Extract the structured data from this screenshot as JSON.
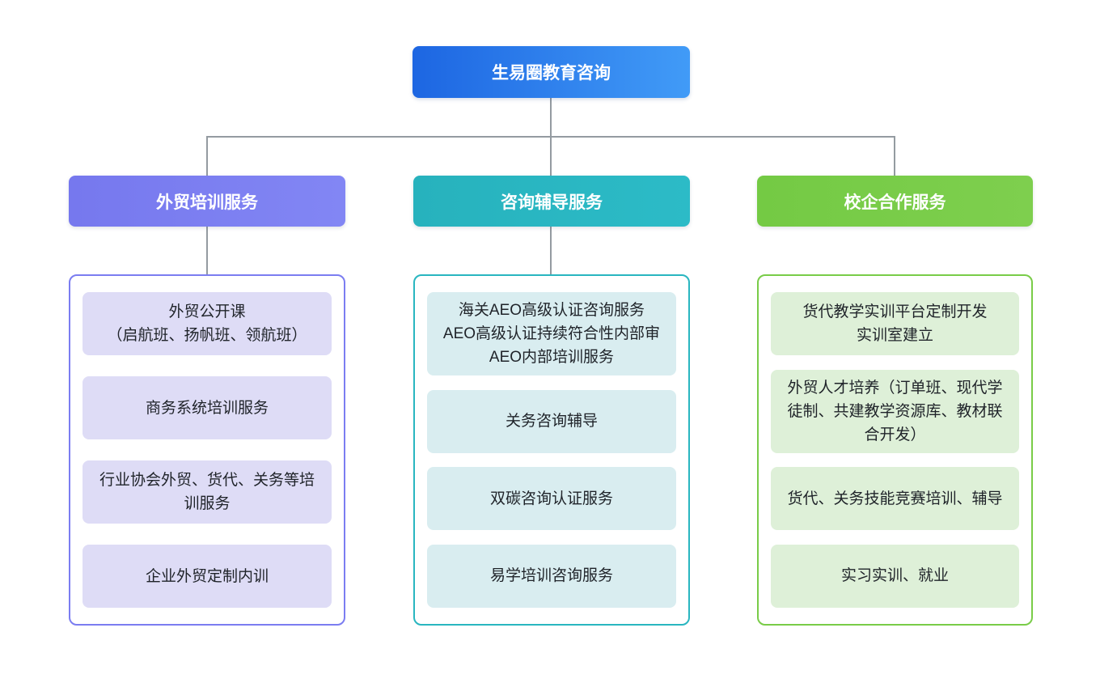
{
  "page_bg": "#ffffff",
  "connector_color": "#949ba1",
  "root": {
    "label": "生易圈教育咨询",
    "gradient_from": "#1d66e2",
    "gradient_to": "#419bf7",
    "text_color": "#ffffff"
  },
  "branches": [
    {
      "label": "外贸培训服务",
      "header_from": "#7678ee",
      "header_to": "#8286f4",
      "border_color": "#7b7df1",
      "item_bg": "#dedcf6",
      "has_header_connector": true,
      "items": [
        "外贸公开课\n（启航班、扬帆班、领航班）",
        "商务系统培训服务",
        "行业协会外贸、货代、关务等培\n训服务",
        "企业外贸定制内训"
      ]
    },
    {
      "label": "咨询辅导服务",
      "header_from": "#27b2bd",
      "header_to": "#2cbbc7",
      "border_color": "#29b6c0",
      "item_bg": "#d9edf0",
      "has_header_connector": true,
      "items": [
        "海关AEO高级认证咨询服务\nAEO高级认证持续符合性内部审\nAEO内部培训服务",
        "关务咨询辅导",
        "双碳咨询认证服务",
        "易学培训咨询服务"
      ]
    },
    {
      "label": "校企合作服务",
      "header_from": "#74ca44",
      "header_to": "#7ecf4e",
      "border_color": "#79cc48",
      "item_bg": "#def0d8",
      "has_header_connector": false,
      "items": [
        "货代教学实训平台定制开发\n实训室建立",
        "外贸人才培养（订单班、现代学\n徒制、共建教学资源库、教材联\n合开发）",
        "货代、关务技能竞赛培训、辅导",
        "实习实训、就业"
      ]
    }
  ]
}
